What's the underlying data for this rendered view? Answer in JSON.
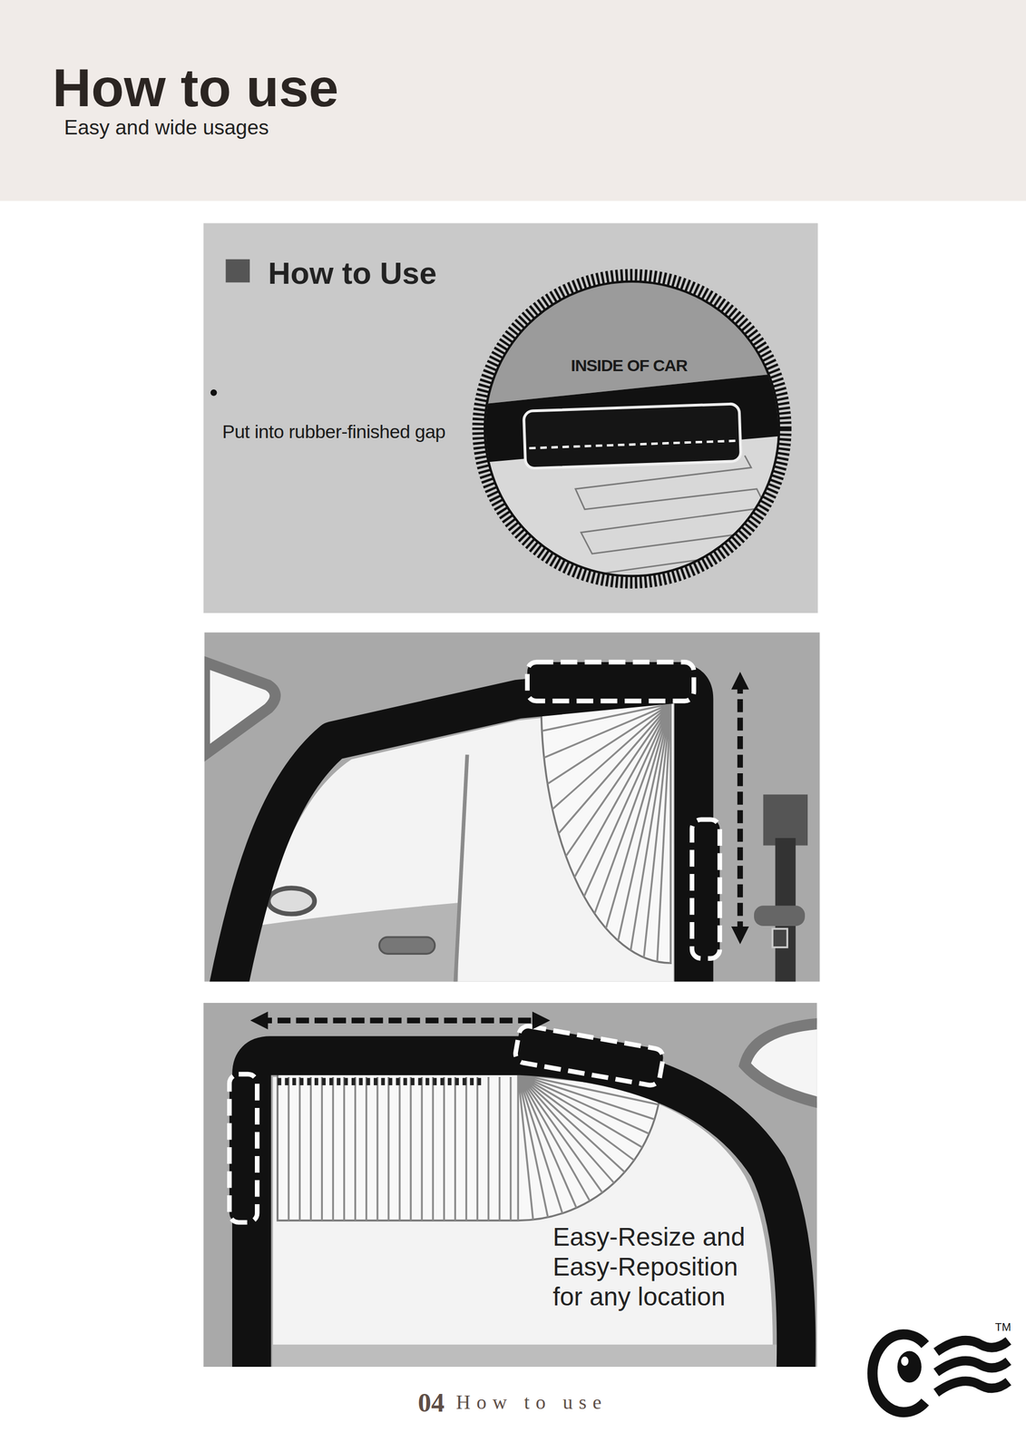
{
  "diagram": {
    "title": "How to use",
    "labels": [
      "Easy and wide usages",
      "How to Use",
      "Put into rubber-finished gap",
      "INSIDE OF CAR",
      "Easy-Resize and Easy-Reposition for any location",
      "04",
      "How to use",
      "TM"
    ]
  }
}
